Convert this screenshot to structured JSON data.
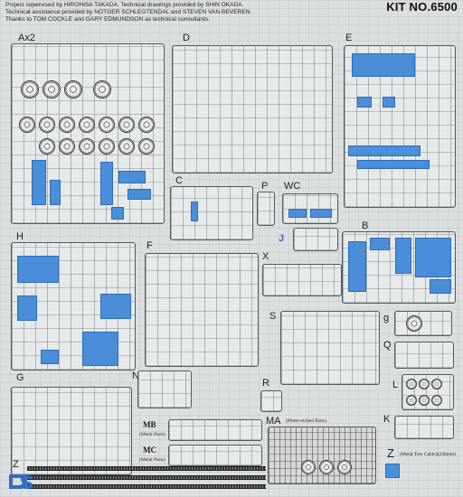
{
  "credits": [
    "Project supervised by HIROHISA TAKADA. Technical drawings provided by SHIN OKADA.",
    "Technical assistance provided by NOTGER SCHLEGTENDAL and STEVEN VAN BEVEREN.",
    "Thanks to TOM COCKLE and GARY EDMUNDSON as technical consultants."
  ],
  "kit_number": "KIT NO.6500",
  "sprue_labels": {
    "a": "Ax2",
    "d": "D",
    "e": "E",
    "c": "C",
    "p": "P",
    "wc": "WC",
    "j": "J",
    "b": "B",
    "h": "H",
    "f": "F",
    "x": "X",
    "s": "S",
    "g_small": "g",
    "q": "Q",
    "g": "G",
    "n": "N",
    "r": "R",
    "l": "L",
    "k": "K",
    "mb": "MB",
    "mc": "MC",
    "ma": "MA",
    "z_left": "Z",
    "z_right": "Z"
  },
  "sub_notes": {
    "mb": "(Metal Parts)",
    "mc": "(Metal Parts)",
    "ma": "(Photo-etched Parts)",
    "z": "(Metal Tow Cable)(240mm)"
  },
  "colors": {
    "highlight_blue": "#4a8ed9",
    "sprue_outline": "#555a5e"
  }
}
